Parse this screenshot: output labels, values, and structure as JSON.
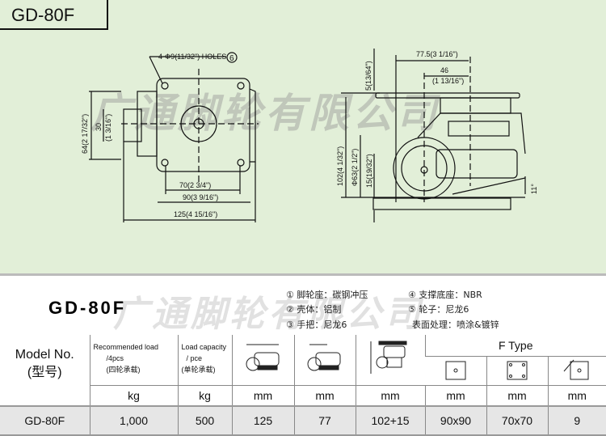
{
  "title": "GD-80F",
  "watermark": "广通脚轮有限公司",
  "drawing_top": {
    "holes": "4-Φ9(11/32\") HOLES",
    "holes_ref": "6",
    "dim_64": "64(2 17/32\")",
    "dim_30": "30",
    "dim_30_in": "(1 3/16\")",
    "dim_70": "70(2 3/4\")",
    "dim_90": "90(3 9/16\")",
    "dim_125": "125(4 15/16\")"
  },
  "drawing_side": {
    "dim_77": "77.5(3 1/16\")",
    "dim_46": "46",
    "dim_46_in": "(1 13/16\")",
    "dim_5": "5(13/64\")",
    "dim_102": "102(4 1/32\")",
    "dim_63": "Φ63(2 1/2\")",
    "dim_15": "15(19/32\")",
    "angle": "11°"
  },
  "info": {
    "model": "GD-80F",
    "materials": [
      "① 脚轮座：碳钢冲压",
      "② 壳体：铝制",
      "③ 手把：尼龙6",
      "④ 支撑底座：NBR",
      "⑤ 轮子：尼龙6",
      "表面处理：喷涂&镀锌"
    ]
  },
  "table": {
    "model_header": "Model No.",
    "model_header_cn": "(型号)",
    "rec_load": "Recommended load",
    "rec_load2": "/4pcs",
    "rec_load_cn": "(四轮承载)",
    "load_cap": "Load capacity",
    "load_cap2": "/ pce",
    "load_cap_cn": "(单轮承载)",
    "ftype": "F Type",
    "units": [
      "kg",
      "kg",
      "mm",
      "mm",
      "mm",
      "mm",
      "mm",
      "mm"
    ],
    "row": [
      "GD-80F",
      "1,000",
      "500",
      "125",
      "77",
      "102+15",
      "90x90",
      "70x70",
      "9"
    ]
  }
}
